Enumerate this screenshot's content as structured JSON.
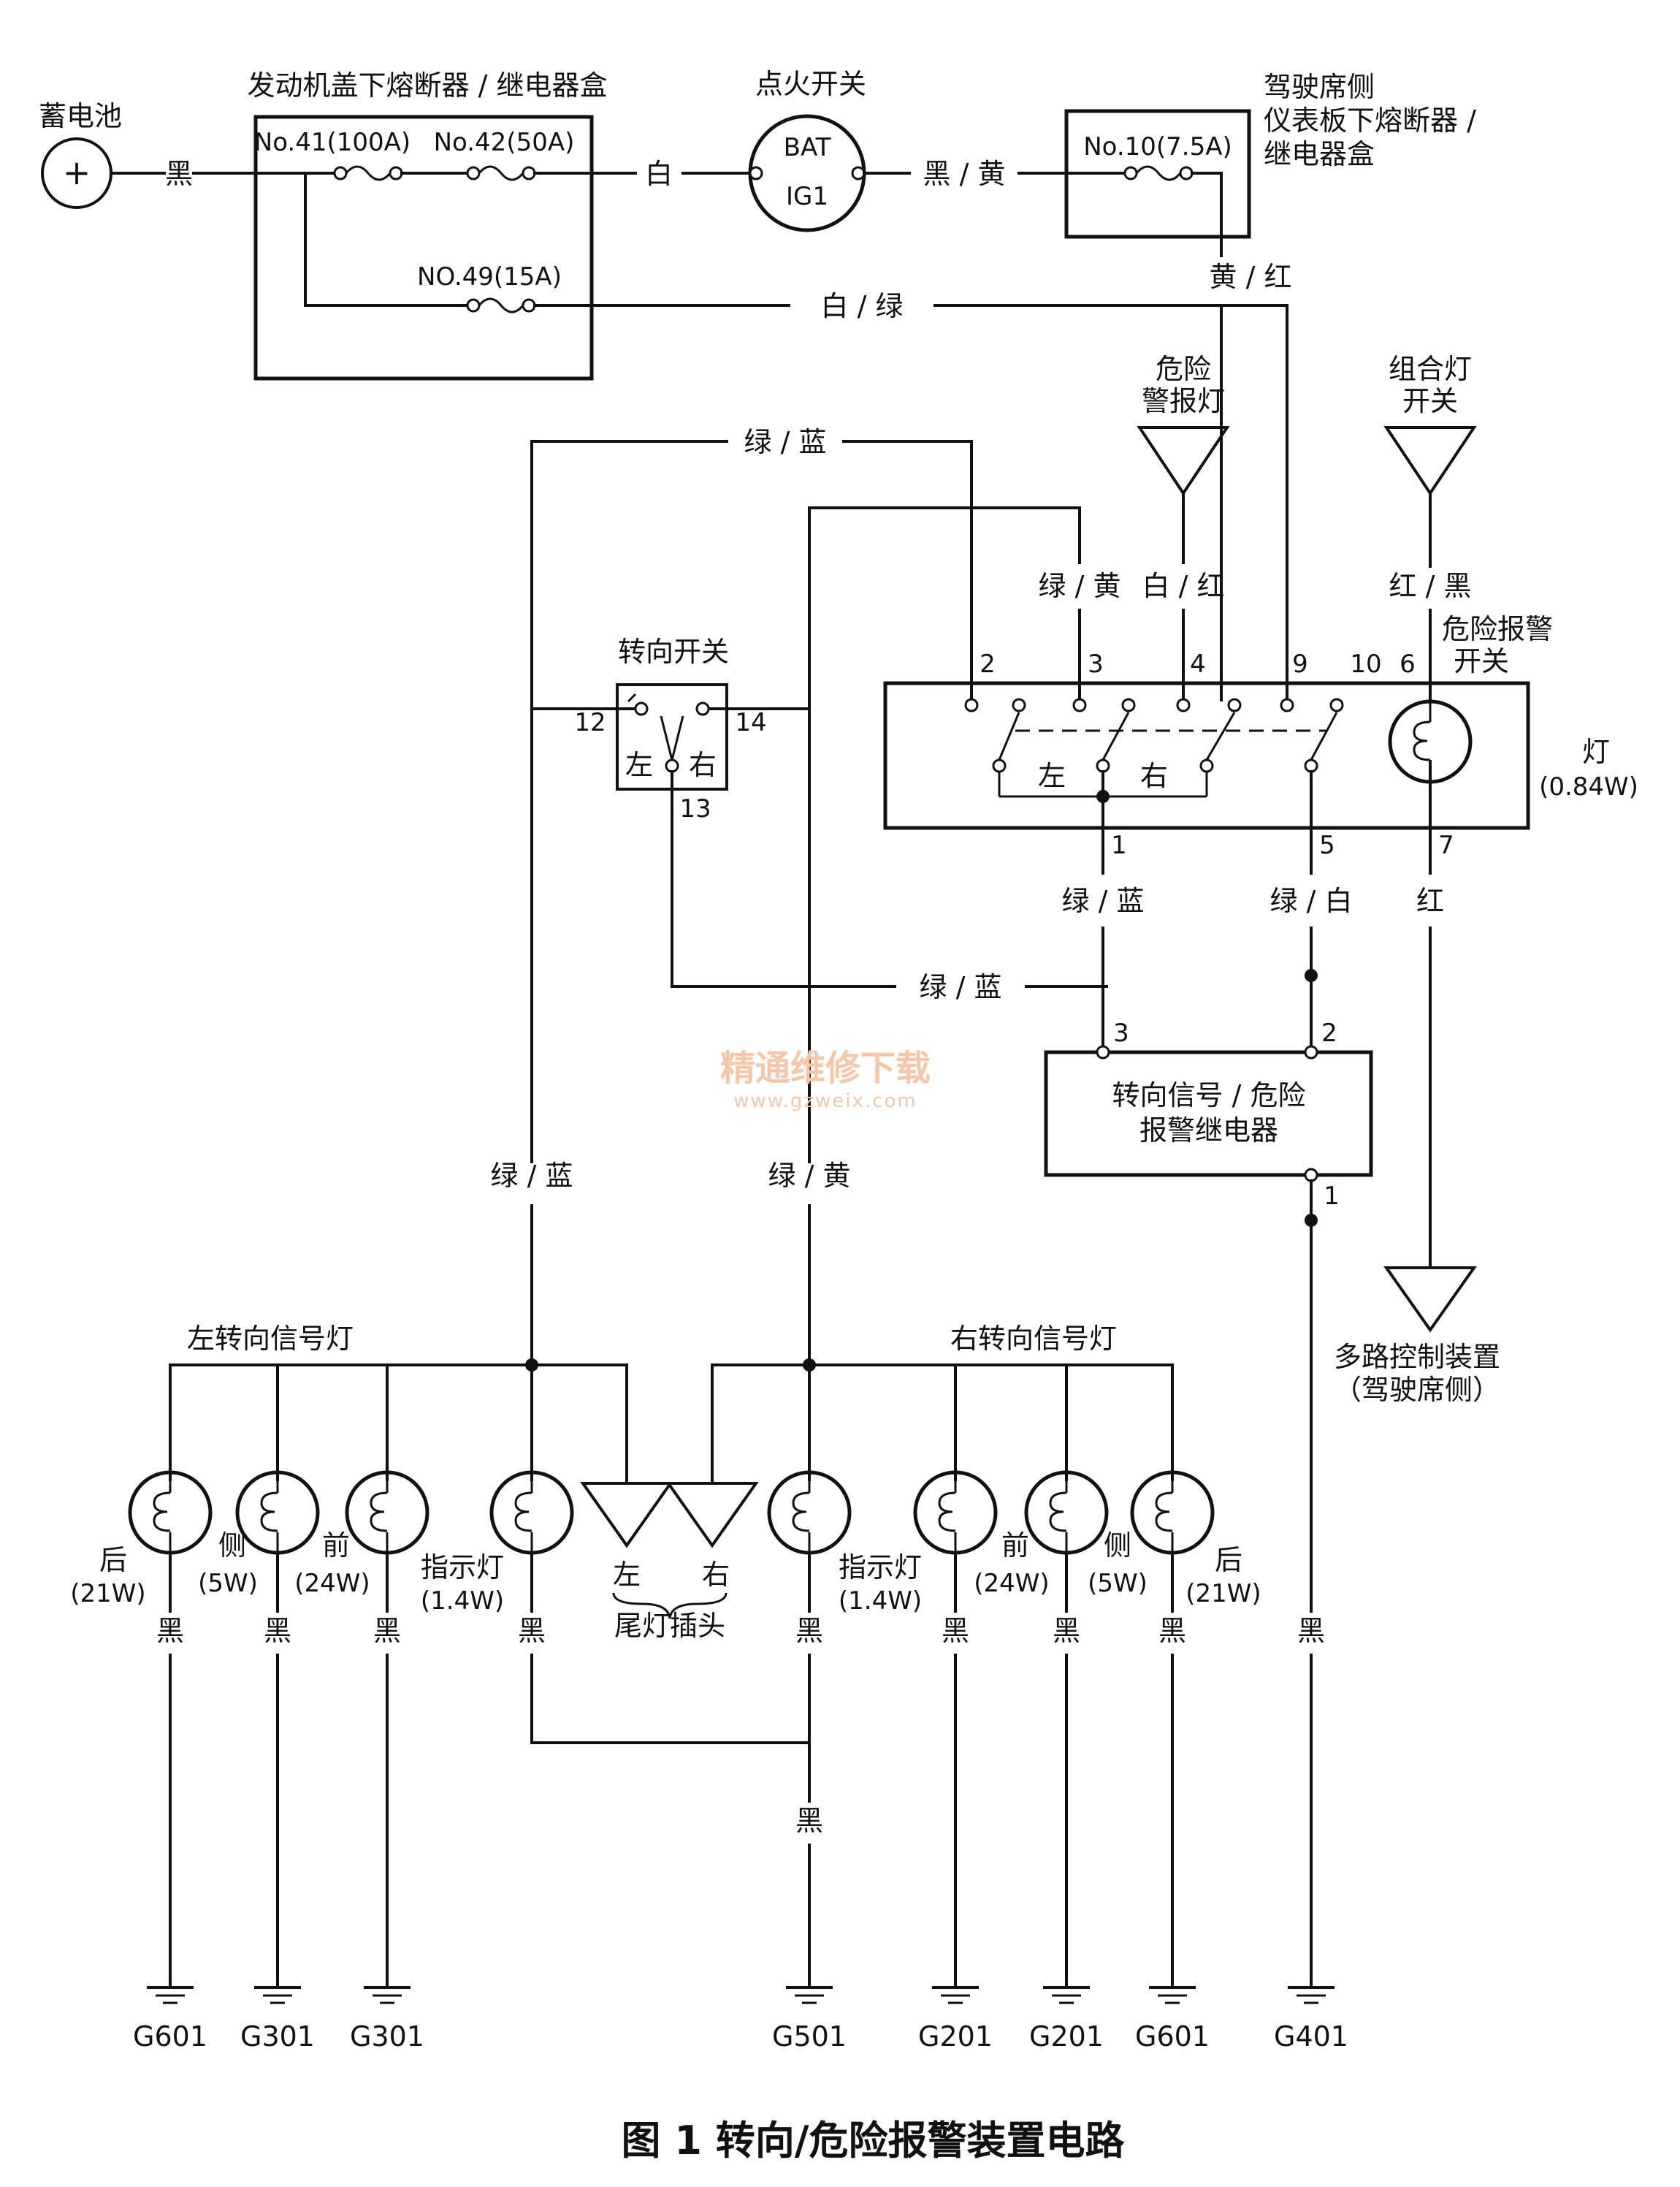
{
  "battery": {
    "label": "蓄电池",
    "symbol": "+",
    "wire": "黑"
  },
  "fuse_box_hood": {
    "title": "发动机盖下熔断器 / 继电器盒",
    "fuse_41": "No.41(100A)",
    "fuse_42": "No.42(50A)",
    "fuse_49": "NO.49(15A)"
  },
  "ignition": {
    "title": "点火开关",
    "bat": "BAT",
    "ig": "IG1",
    "wire_in": "白",
    "wire_out": "黑 / 黄"
  },
  "fuse_box_dash": {
    "title_lines": [
      "驾驶席侧",
      "仪表板下熔断器 /",
      "继电器盒"
    ],
    "fuse_10": "No.10(7.5A)",
    "wire_out": "黄 / 红"
  },
  "wires": {
    "white_green": "白 / 绿",
    "green_blue": "绿 / 蓝",
    "green_yellow": "绿 / 黄",
    "white_red": "白 / 红",
    "red_black": "红 / 黑",
    "green_white": "绿 / 白",
    "red": "红",
    "black": "黑"
  },
  "hazard_lamp_conn": {
    "label_lines": [
      "危险",
      "警报灯"
    ]
  },
  "combo_switch_conn": {
    "label_lines": [
      "组合灯",
      "开关"
    ]
  },
  "turn_switch": {
    "title": "转向开关",
    "left": "左",
    "right": "右",
    "pin_12": "12",
    "pin_13": "13",
    "pin_14": "14"
  },
  "hazard_switch": {
    "title_line1": "危险报警",
    "title_line2": "开关",
    "pins": {
      "p1": "1",
      "p2": "2",
      "p3": "3",
      "p4": "4",
      "p5": "5",
      "p6": "6",
      "p7": "7",
      "p9": "9",
      "p10": "10"
    },
    "left": "左",
    "right": "右",
    "lamp_label": "灯",
    "lamp_watt": "(0.84W)"
  },
  "relay": {
    "title_line1": "转向信号 / 危险",
    "title_line2": "报警继电器",
    "pin1": "1",
    "pin2": "2",
    "pin3": "3"
  },
  "mpcs": {
    "line1": "多路控制装置",
    "line2": "（驾驶席侧）"
  },
  "left_group": {
    "label": "左转向信号灯"
  },
  "right_group": {
    "label": "右转向信号灯"
  },
  "lamps": {
    "rear_l": {
      "name": "后",
      "watt": "(21W)"
    },
    "side_l": {
      "name": "侧",
      "watt": "(5W)"
    },
    "front_l": {
      "name": "前",
      "watt": "(24W)"
    },
    "ind_l": {
      "name": "指示灯",
      "watt": "(1.4W)"
    },
    "ind_r": {
      "name": "指示灯",
      "watt": "(1.4W)"
    },
    "front_r": {
      "name": "前",
      "watt": "(24W)"
    },
    "side_r": {
      "name": "侧",
      "watt": "(5W)"
    },
    "rear_r": {
      "name": "后",
      "watt": "(21W)"
    }
  },
  "tail_connector": {
    "left": "左",
    "right": "右",
    "label": "尾灯插头"
  },
  "grounds": {
    "g1": "G601",
    "g2": "G301",
    "g3": "G301",
    "g4": "G501",
    "g5": "G201",
    "g6": "G201",
    "g7": "G601",
    "g8": "G401"
  },
  "watermark": {
    "line1": "精通维修下载",
    "line2": "www.gzweix.com"
  },
  "caption": "图 1 转向/危险报警装置电路"
}
